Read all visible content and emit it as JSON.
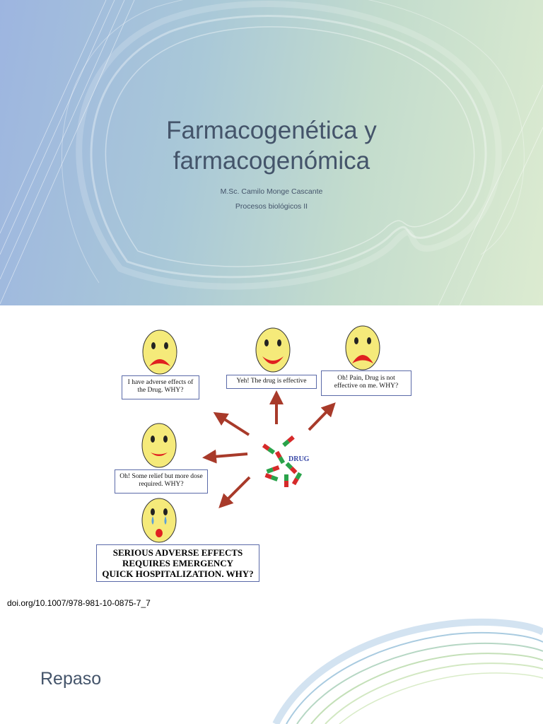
{
  "slide1": {
    "title_line1": "Farmacogenética y",
    "title_line2": "farmacogenómica",
    "author": "M.Sc. Camilo Monge Cascante",
    "course": "Procesos biológicos II"
  },
  "slide2": {
    "drug_label": "DRUG",
    "cap_adverse": "I have adverse effects of the Drug. WHY?",
    "cap_effective": "Yeh! The drug is effective",
    "cap_not_effective": "Oh! Pain, Drug is not effective on me. WHY?",
    "cap_more_dose": "Oh! Some relief but more dose required. WHY?",
    "cap_serious_1": "SERIOUS ADVERSE EFFECTS",
    "cap_serious_2": "REQUIRES EMERGENCY",
    "cap_serious_3": "QUICK HOSPITALIZATION.  WHY?",
    "doi": "doi.org/10.1007/978-981-10-0875-7_7"
  },
  "slide3": {
    "title": "Repaso"
  },
  "colors": {
    "title_text": "#44546a",
    "face_fill": "#f5ea7a",
    "arrow_red": "#a83a2a",
    "pill_red": "#d62a2a",
    "pill_green": "#2aa34a"
  }
}
